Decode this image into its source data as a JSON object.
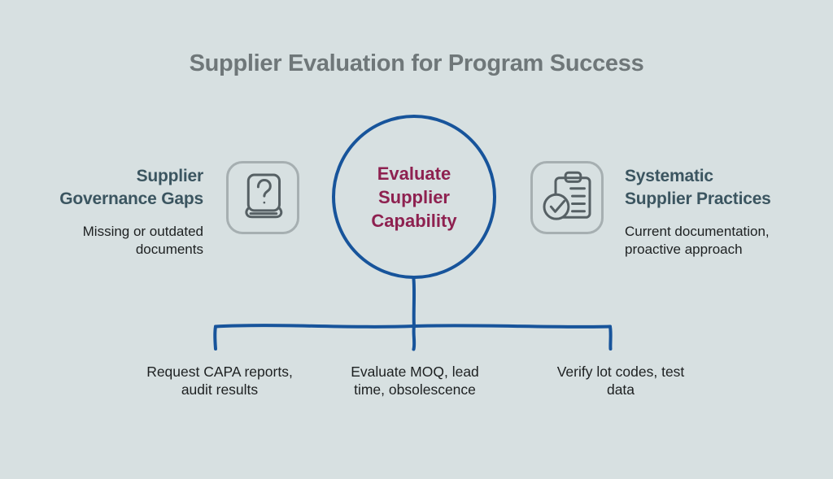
{
  "colors": {
    "background": "#d7e0e1",
    "connector_blue": "#17549b",
    "center_text": "#8e2150",
    "heading_teal": "#3b5560",
    "title_gray": "#6f7779",
    "body_text": "#1d2021",
    "icon_border": "#a6afb1",
    "icon_stroke": "#566064"
  },
  "title": "Supplier Evaluation for Program Success",
  "center_node": {
    "lines": [
      "Evaluate",
      "Supplier",
      "Capability"
    ]
  },
  "left_section": {
    "heading_lines": [
      "Supplier",
      "Governance Gaps"
    ],
    "subtitle_lines": [
      "Missing or outdated",
      "documents"
    ],
    "icon": "book-question-icon"
  },
  "right_section": {
    "heading_lines": [
      "Systematic",
      "Supplier Practices"
    ],
    "subtitle_lines": [
      "Current documentation,",
      "proactive approach"
    ],
    "icon": "clipboard-check-icon"
  },
  "branches": [
    {
      "lines": [
        "Request CAPA reports,",
        "audit results"
      ]
    },
    {
      "lines": [
        "Evaluate MOQ, lead",
        "time, obsolescence"
      ]
    },
    {
      "lines": [
        "Verify lot codes, test",
        "data"
      ]
    }
  ]
}
